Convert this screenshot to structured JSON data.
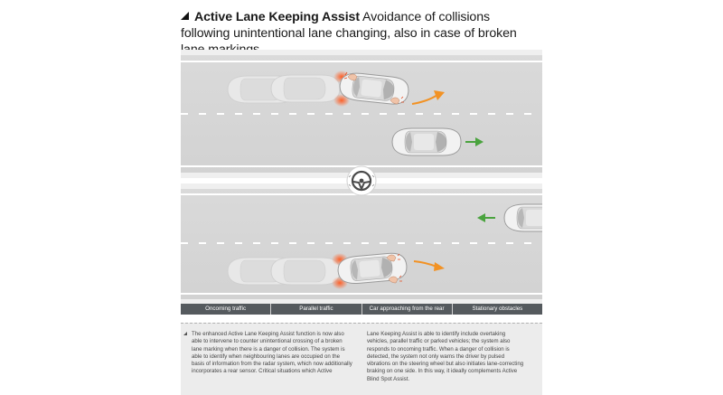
{
  "title": {
    "bold": "Active Lane Keeping Assist",
    "rest": "Avoidance of collisions following unintentional lane changing, also in case of broken lane markings"
  },
  "tabs": [
    {
      "label": "Oncoming traffic"
    },
    {
      "label": "Parallel traffic"
    },
    {
      "label": "Car approaching from the rear"
    },
    {
      "label": "Stationary obstacles"
    }
  ],
  "description": {
    "left": "The enhanced Active Lane Keeping Assist function is now also able to intervene to counter unintentional crossing of a broken lane marking when there is a danger of collision. The system is able to identify when neighbouring lanes are occupied on the basis of information from the radar system, which now additionally incorporates a rear sensor. Critical situations which Active",
    "right": "Lane Keeping Assist is able to identify include overtaking vehicles, parallel traffic or parked vehicles; the system also responds to oncoming traffic. When a danger of collision is detected, the system not only warns the driver by pulsed vibrations on the steering wheel but also initiates lane-correcting braking on one side. In this way, it ideally complements Active Blind Spot Assist."
  },
  "colors": {
    "road": "#d6d6d6",
    "curb": "#efefef",
    "lane_marking": "#ffffff",
    "car_body": "#f2f2f2",
    "ghost_car": "#e6e6e6",
    "brake_glow": "#e84a1e",
    "arrow_orange": "#f29224",
    "arrow_green": "#4aa33e",
    "tab_bar": "#555a5e",
    "description_bg": "#ececec"
  },
  "icons": {
    "steering_wheel": "steering-wheel-icon",
    "hand_vibration": "hand-vibration-icon"
  }
}
